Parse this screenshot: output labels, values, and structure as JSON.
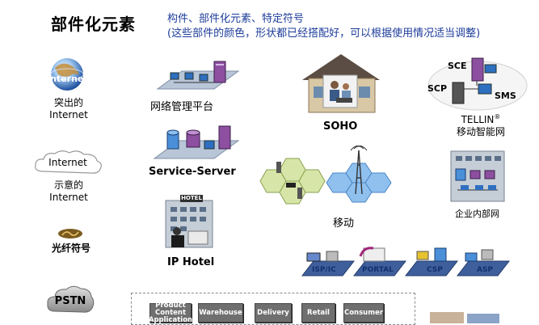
{
  "header": {
    "title": "部件化元素",
    "subtitle_line1": "构件、部件化元素、特定符号",
    "subtitle_line2": "(这些部件的颜色，形状都已经搭配好，可以根据使用情况适当调整)"
  },
  "left_column": {
    "internet_globe_text": "Internet",
    "internet_prominent_line1": "突出的",
    "internet_prominent_line2": "Internet",
    "internet_cloud_text": "Internet",
    "internet_schematic_line1": "示意的",
    "internet_schematic_line2": "Internet",
    "fiber_label": "光纤符号",
    "pstn_label": "PSTN"
  },
  "center_column": {
    "network_mgmt_label": "网络管理平台",
    "service_server_label": "Service-Server",
    "hotel_sign": "HOTEL",
    "ip_hotel_label": "IP Hotel"
  },
  "middle_right": {
    "soho_label": "SOHO",
    "mobile_label": "移动",
    "platforms": [
      "ISP/IC",
      "PORTAL",
      "CSP",
      "ASP"
    ]
  },
  "right_column": {
    "sce": "SCE",
    "scp": "SCP",
    "sms": "SMS",
    "tellin_line1": "TELLIN",
    "tellin_reg": "®",
    "tellin_line2": "移动智能网",
    "enterprise_label": "企业内部网"
  },
  "flow_chips": [
    "Product Content Application",
    "Warehouse",
    "Delivery",
    "Retail",
    "Consumer"
  ]
}
